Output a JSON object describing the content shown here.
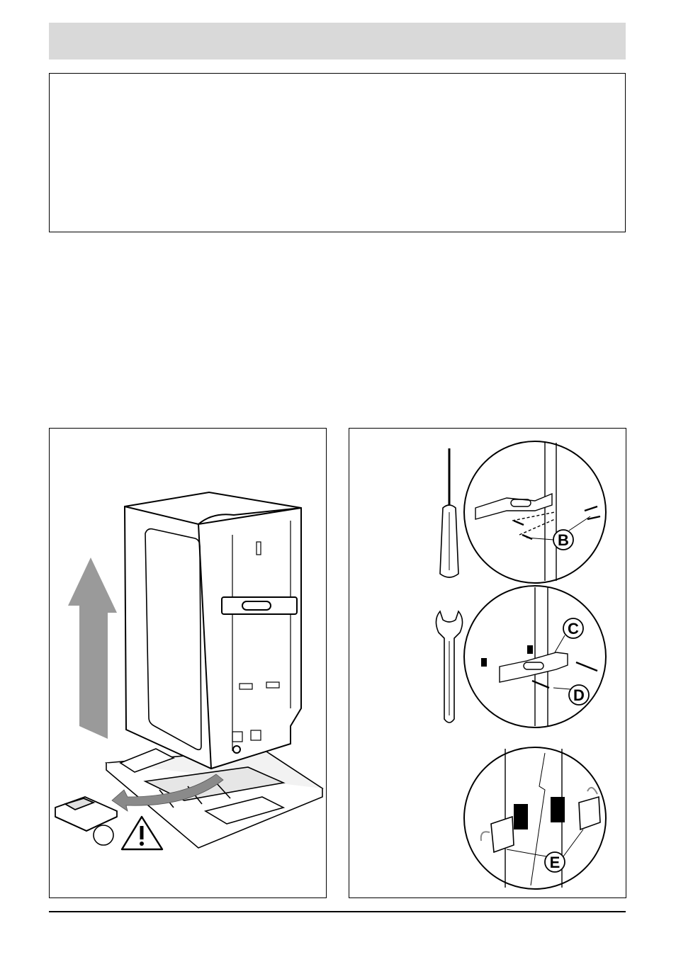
{
  "labels": {
    "callout_b": "B",
    "callout_c": "C",
    "callout_d": "D",
    "callout_e": "E",
    "callout_blank": ""
  },
  "icons": {
    "warning": "warning-triangle-icon",
    "up_arrow": "lift-up-arrow-icon",
    "curved_arrow": "remove-arrow-icon",
    "screwdriver": "screwdriver-icon",
    "spanner": "spanner-icon"
  },
  "colors": {
    "header_bar": "#d9d9d9",
    "arrow_fill": "#9a9a9a",
    "line": "#000000"
  }
}
